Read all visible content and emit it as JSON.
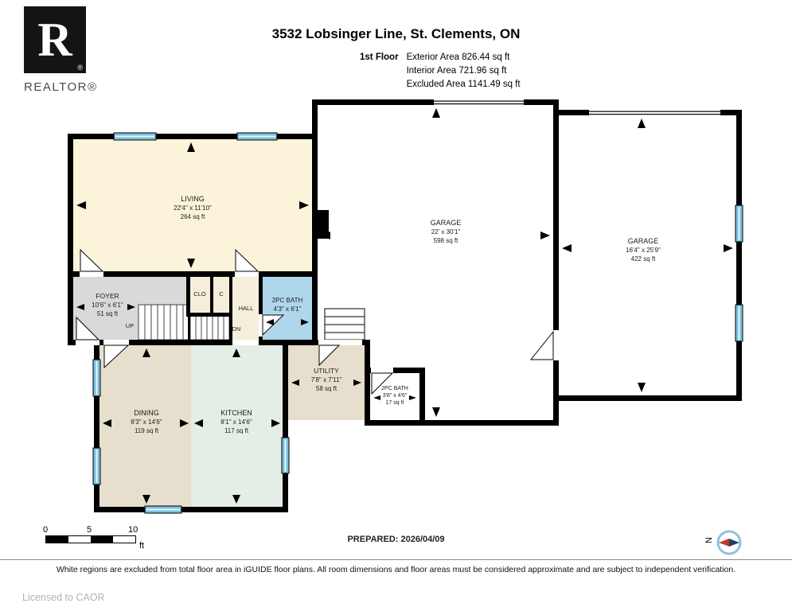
{
  "logo": {
    "letter": "R",
    "reg": "®",
    "brand": "REALTOR®"
  },
  "header": {
    "title": "3532 Lobsinger Line, St. Clements, ON",
    "floor_label": "1st Floor",
    "area_lines": [
      "Exterior Area 826.44 sq ft",
      "Interior Area 721.96 sq ft",
      "Excluded Area 1141.49 sq ft"
    ]
  },
  "rooms": [
    {
      "id": "living",
      "name": "LIVING",
      "dims": "22'4\" x 11'10\"",
      "area": "264 sq ft"
    },
    {
      "id": "foyer",
      "name": "FOYER",
      "dims": "10'6\" x 6'1\"",
      "area": "51 sq ft"
    },
    {
      "id": "clo",
      "name": "CLO"
    },
    {
      "id": "c",
      "name": "C"
    },
    {
      "id": "hall",
      "name": "HALL"
    },
    {
      "id": "bath-main",
      "name": "2PC BATH",
      "dims": "4'3\" x 6'1\""
    },
    {
      "id": "garage-1",
      "name": "GARAGE",
      "dims": "22' x 30'1\"",
      "area": "598 sq ft"
    },
    {
      "id": "garage-2",
      "name": "GARAGE",
      "dims": "16'4\" x 25'9\"",
      "area": "422 sq ft"
    },
    {
      "id": "utility",
      "name": "UTILITY",
      "dims": "7'8\" x 7'11\"",
      "area": "58 sq ft"
    },
    {
      "id": "bath-small",
      "name": "2PC BATH",
      "dims": "3'8\" x 4'6\"",
      "area": "17 sq ft"
    },
    {
      "id": "dining",
      "name": "DINING",
      "dims": "8'3\" x 14'6\"",
      "area": "119 sq ft"
    },
    {
      "id": "kitchen",
      "name": "KITCHEN",
      "dims": "8'1\" x 14'6\"",
      "area": "117 sq ft"
    }
  ],
  "stairs": {
    "up_label": "UP",
    "down_label": "DN"
  },
  "scale": {
    "ticks": [
      "0",
      "5",
      "10"
    ],
    "unit": "ft"
  },
  "compass": {
    "north_label": "N"
  },
  "footer": {
    "prepared": "PREPARED: 2026/04/09",
    "disclaimer": "White regions are excluded from total floor area in iGUIDE floor plans. All room dimensions and floor areas must be considered approximate and are subject to independent verification.",
    "license": "Licensed to CAOR"
  },
  "colors": {
    "wall": "#000000",
    "window_blue": "#7bbfde",
    "living_fill": "#fbf4da",
    "foyer_fill": "#d9d9d9",
    "hall_fill": "#f4eedb",
    "bath_fill": "#aed7ec",
    "dining_fill": "#e6dfcd",
    "kitchen_fill": "#e4eee6",
    "utility_fill": "#e6dfcd",
    "compass_red": "#c43727",
    "compass_navy": "#1f3d63"
  }
}
